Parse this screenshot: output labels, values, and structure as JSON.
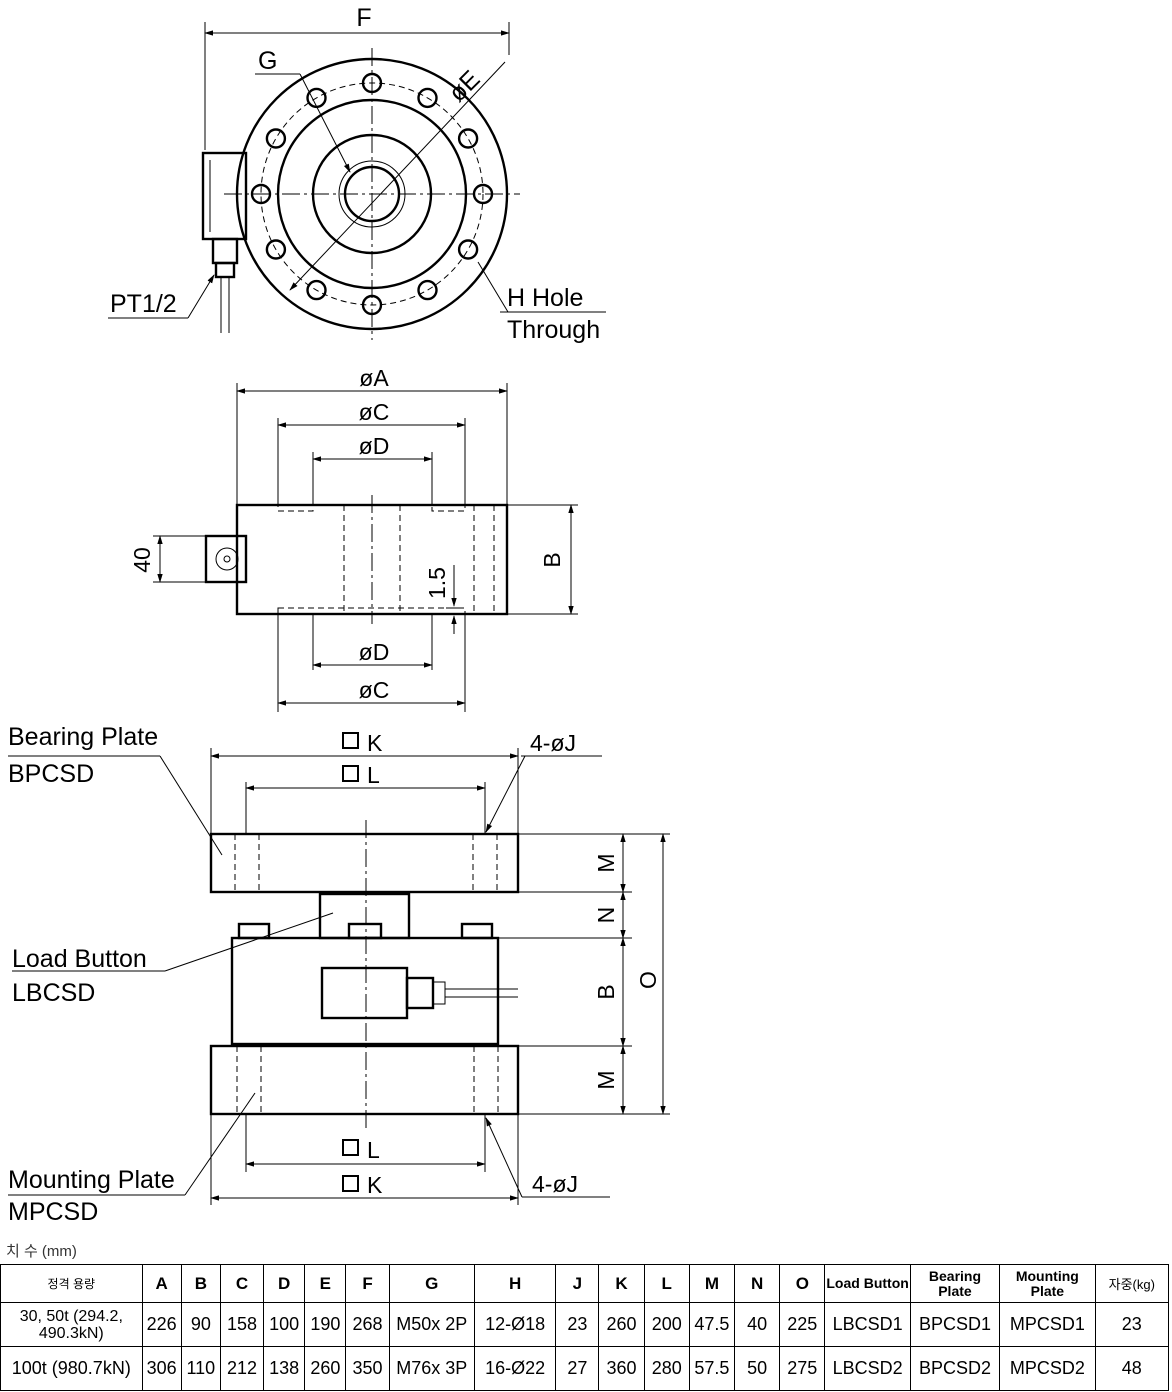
{
  "drawing": {
    "top_view": {
      "labels": {
        "F": "F",
        "G": "G",
        "E": "øE",
        "pt": "PT1/2",
        "hole": "H  Hole",
        "through": "Through"
      }
    },
    "side_view": {
      "labels": {
        "A": "øA",
        "C_top": "øC",
        "D_top": "øD",
        "D_bot": "øD",
        "C_bot": "øC",
        "h40": "40",
        "B": "B",
        "t15": "1.5"
      }
    },
    "assembly_view": {
      "labels": {
        "bearing_plate": "Bearing Plate",
        "bearing_code": "BPCSD",
        "load_button": "Load Button",
        "load_code": "LBCSD",
        "mounting_plate": "Mounting Plate",
        "mounting_code": "MPCSD",
        "K_top": "K",
        "L_top": "L",
        "J_top": "4-øJ",
        "L_bot": "L",
        "K_bot": "K",
        "J_bot": "4-øJ",
        "M_top": "M",
        "N": "N",
        "B": "B",
        "M_bot": "M",
        "O": "O"
      }
    }
  },
  "table": {
    "caption": "치 수 (mm)",
    "headers": [
      "정격 용량",
      "A",
      "B",
      "C",
      "D",
      "E",
      "F",
      "G",
      "H",
      "J",
      "K",
      "L",
      "M",
      "N",
      "O",
      "Load Button",
      "Bearing Plate",
      "Mounting Plate",
      "자중(kg)"
    ],
    "rows": [
      [
        "30, 50t (294.2, 490.3kN)",
        "226",
        "90",
        "158",
        "100",
        "190",
        "268",
        "M50x 2P",
        "12-Ø18",
        "23",
        "260",
        "200",
        "47.5",
        "40",
        "225",
        "LBCSD1",
        "BPCSD1",
        "MPCSD1",
        "23"
      ],
      [
        "100t (980.7kN)",
        "306",
        "110",
        "212",
        "138",
        "260",
        "350",
        "M76x 3P",
        "16-Ø22",
        "27",
        "360",
        "280",
        "57.5",
        "50",
        "275",
        "LBCSD2",
        "BPCSD2",
        "MPCSD2",
        "48"
      ]
    ]
  }
}
